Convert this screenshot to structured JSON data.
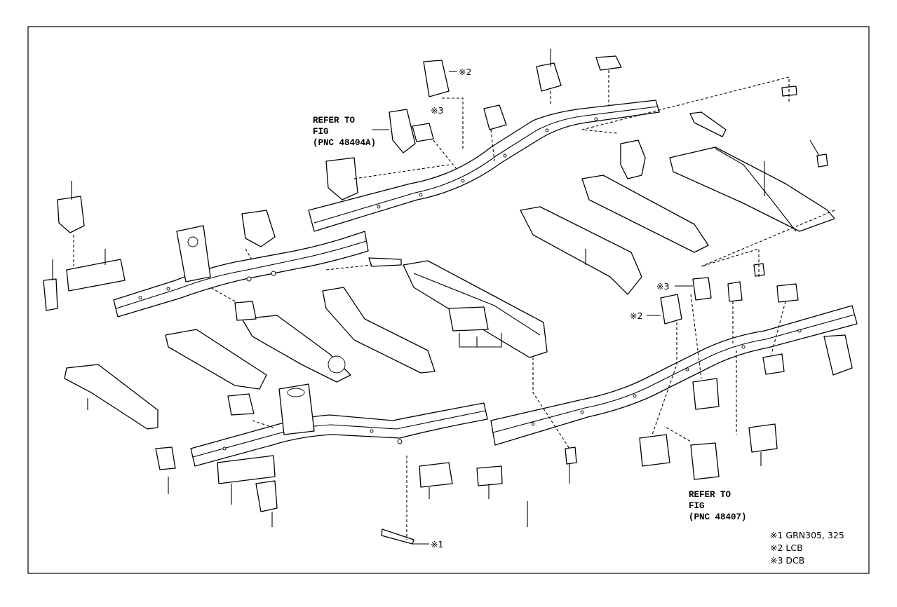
{
  "refs": {
    "top": [
      "REFER TO",
      "FIG",
      "(PNC 48404A)"
    ],
    "bottom": [
      "REFER TO",
      "FIG",
      "(PNC 48407)"
    ]
  },
  "markers": {
    "m1": "※1",
    "m2": "※2",
    "m3": "※3"
  },
  "legend": [
    "※1 GRN305, 325",
    "※2 LCB",
    "※3 DCB"
  ]
}
